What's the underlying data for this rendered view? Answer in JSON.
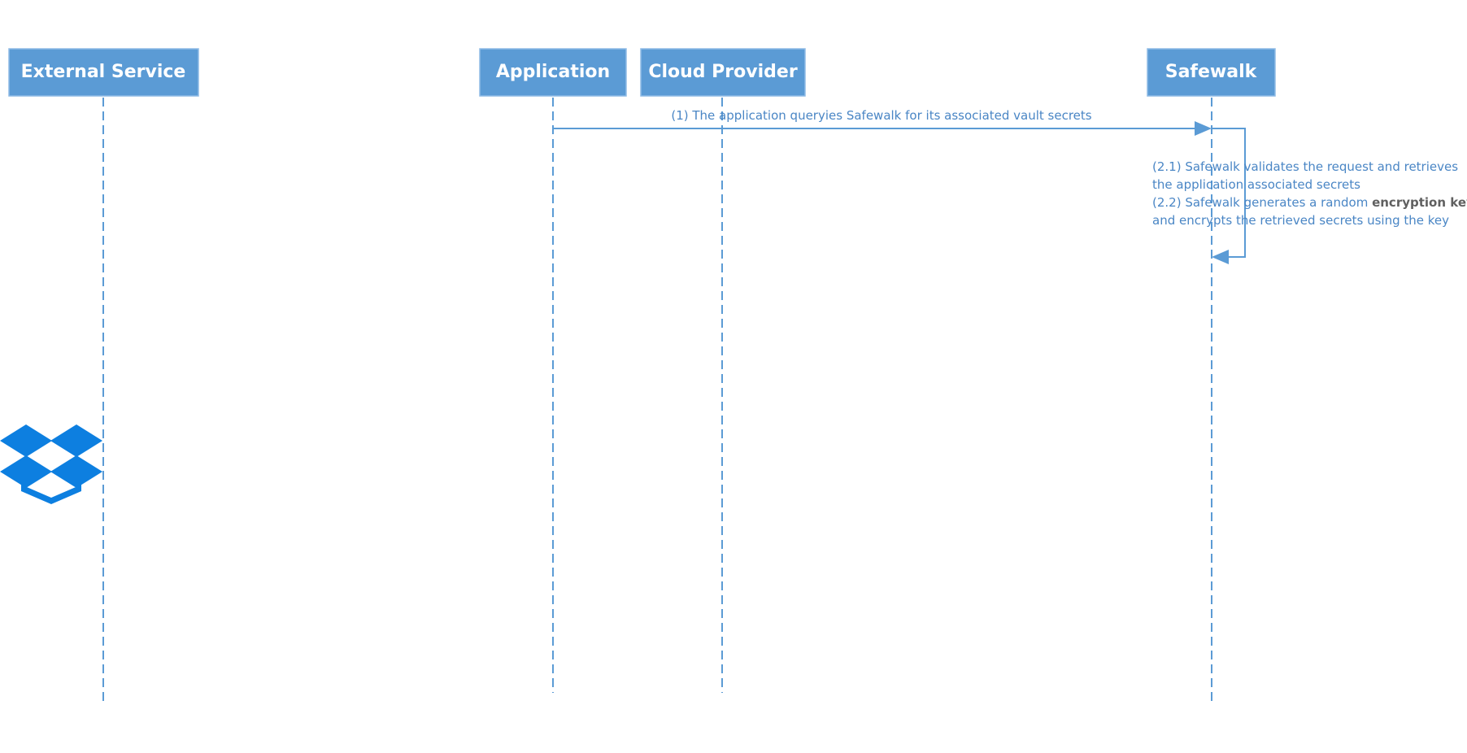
{
  "participants": [
    {
      "id": "external-service",
      "label": "External Service"
    },
    {
      "id": "application",
      "label": "Application"
    },
    {
      "id": "cloud-provider",
      "label": "Cloud Provider"
    },
    {
      "id": "safewalk",
      "label": "Safewalk"
    }
  ],
  "messages": [
    {
      "id": "msg-1",
      "from": "application",
      "to": "safewalk",
      "text": "(1) The application queryies Safewalk for its associated vault secrets"
    },
    {
      "id": "msg-2",
      "from": "safewalk",
      "to": "safewalk",
      "lines": [
        {
          "text": "(2.1) Safewalk validates the request and retrieves"
        },
        {
          "text": "the application associated secrets"
        },
        {
          "text": "(2.2) Safewalk generates a random ",
          "bold": "encryption key"
        },
        {
          "text": "and encrypts the retrieved secrets using the key"
        }
      ]
    }
  ],
  "icons": {
    "external_service_logo": "dropbox-logo-icon",
    "logo_color": "#0d7fe0"
  },
  "colors": {
    "lane_fill": "#5b9bd5",
    "line": "#5b9bd5",
    "text": "#4a86c5"
  }
}
